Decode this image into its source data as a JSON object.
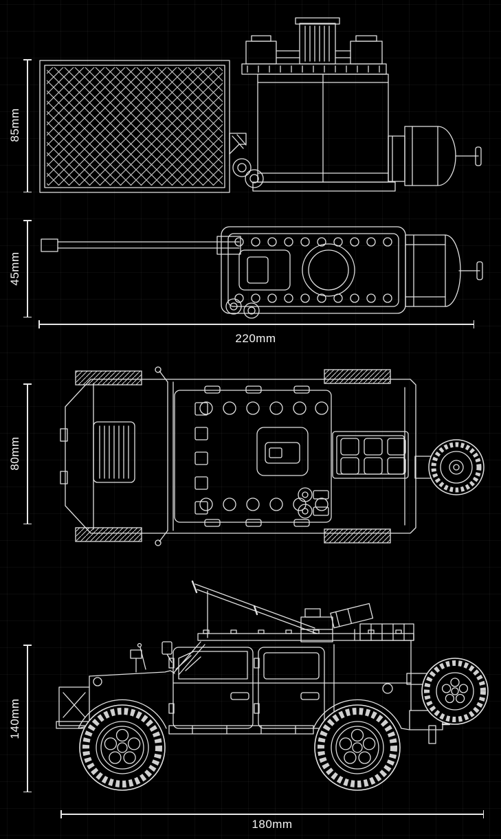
{
  "page": {
    "background_color": "#000000",
    "line_color": "#e8e8e8",
    "label_color": "#f5f5f5"
  },
  "dimensions": {
    "turret_module_height": "85mm",
    "turret_module_top_width": "45mm",
    "turret_module_length": "220mm",
    "vehicle_top_width": "80mm",
    "vehicle_height": "140mm",
    "vehicle_length": "180mm"
  }
}
